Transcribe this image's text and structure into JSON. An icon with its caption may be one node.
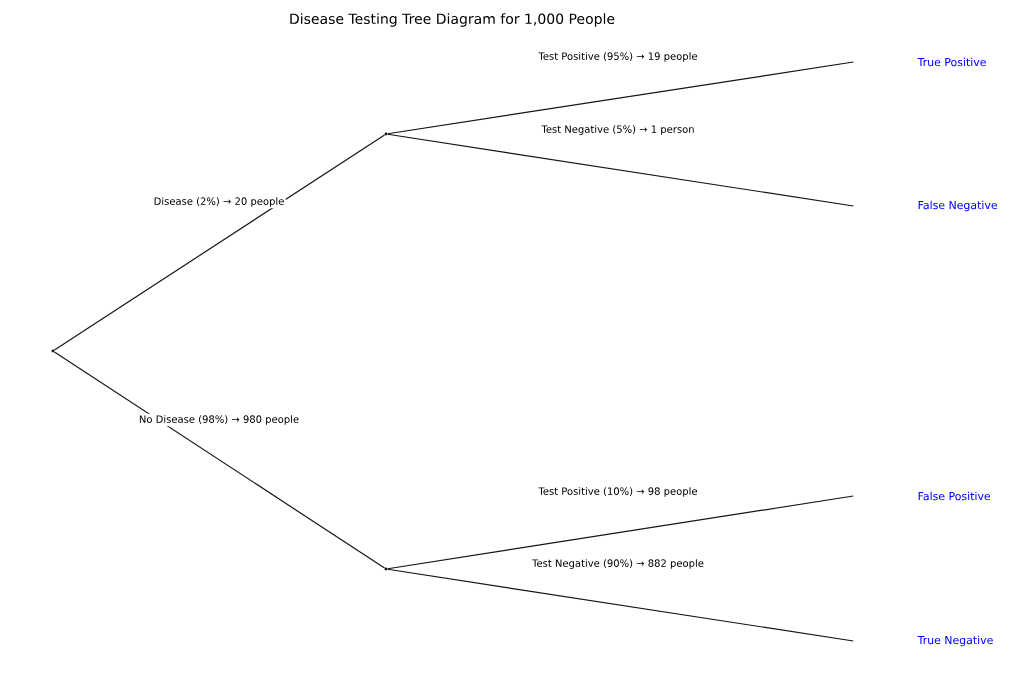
{
  "diagram": {
    "title": "Disease Testing Tree Diagram for 1,000 People",
    "nodes": [
      {
        "text": [],
        "shape": "point"
      },
      {
        "text": [],
        "shape": "point"
      },
      {
        "text": [],
        "shape": "point"
      },
      {
        "text": [
          "True Positive"
        ]
      },
      {
        "text": [
          "False Negative"
        ]
      },
      {
        "text": [
          "False Positive"
        ]
      },
      {
        "text": [
          "True Negative"
        ]
      }
    ],
    "edges": [
      {
        "from": 0,
        "to": 1,
        "arrow": "none",
        "label": "Disease (2%) → 20 people"
      },
      {
        "from": 0,
        "to": 2,
        "arrow": "none",
        "label": "No Disease (98%) → 980 people"
      },
      {
        "from": 1,
        "to": 3,
        "arrow": "none",
        "label": "Test Positive (95%) → 19 people"
      },
      {
        "from": 1,
        "to": 4,
        "arrow": "none",
        "label": "Test Negative (5%) → 1 person"
      },
      {
        "from": 2,
        "to": 5,
        "arrow": "none",
        "label": "Test Positive (10%) → 98 people"
      },
      {
        "from": 2,
        "to": 6,
        "arrow": "none",
        "label": "Test Negative (90%) → 882 people"
      }
    ]
  }
}
